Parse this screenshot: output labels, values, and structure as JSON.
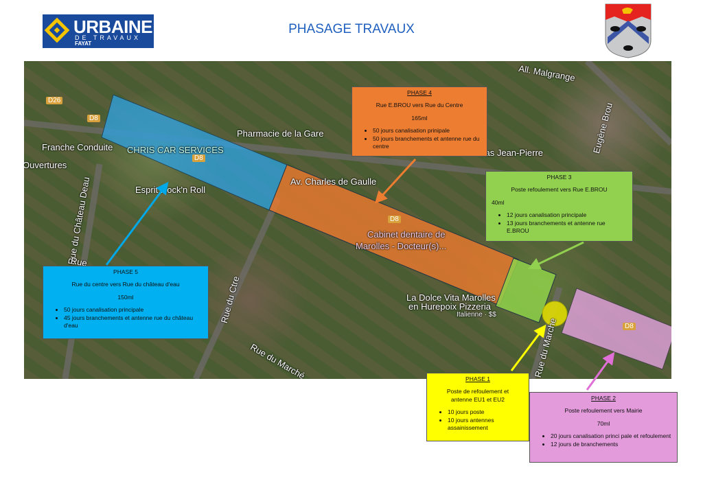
{
  "header": {
    "logo_name": "URBAINE",
    "logo_sub": "DE TRAVAUX",
    "logo_group": "FAYAT",
    "title": "PHASAGE TRAVAUX"
  },
  "map_labels": {
    "d26": "D26",
    "d8a": "D8",
    "d8b": "D8",
    "d8c": "D8",
    "d8d": "D8",
    "franche": "Franche Conduite",
    "ouvertures": "Ouvertures",
    "chris": "CHRIS CAR SERVICES",
    "esprit": "Esprit Rock'n Roll",
    "pharmacie": "Pharmacie de la Gare",
    "avenue": "Av. Charles de Gaulle",
    "cabinet1": "Cabinet dentaire de",
    "cabinet2": "Marolles - Docteur(s)...",
    "dolce1": "La Dolce Vita Marolles",
    "dolce2": "en Hurepoix Pizzeria",
    "dolce3": "Italienne · $$",
    "jeanpierre": "vas Jean-Pierre",
    "malgrange": "All. Malgrange",
    "brou": "Eugène Brou",
    "chateau": "Rue du Château Deau",
    "rue": "Rue",
    "ctre": "Rue du Ctre",
    "marche": "Rue du Marché",
    "marche2": "Rue du Marche"
  },
  "phases": {
    "p4": {
      "title": "PHASE 4",
      "route": "Rue E.BROU vers Rue du Centre",
      "length": "165ml",
      "items": [
        "50 jours canalisation prinipale",
        "50 jours branchements     et antenne rue du centre"
      ],
      "color": "#ed7d31"
    },
    "p3": {
      "title": "PHASE 3",
      "route": "Poste refoulement     vers Rue E.BROU",
      "length": "40ml",
      "items": [
        "12 jours  canalisation principale",
        "13 jours branchements     et antenne rue E.BROU"
      ],
      "color": "#92d050"
    },
    "p5": {
      "title": "PHASE 5",
      "route": "Rue du centre vers Rue du château d'eau",
      "length": "150ml",
      "items": [
        "50 jours  canalisation principale",
        "45 jours  branchements     et antenne rue du château d'eau"
      ],
      "color": "#00b0f0"
    },
    "p1": {
      "title": "PHASE 1",
      "route": "Poste de refoulement     et antenne EU1 et EU2",
      "items": [
        "10 jours poste",
        "10 jours antennes assainissement"
      ],
      "color": "#ffff00"
    },
    "p2": {
      "title": "PHASE 2",
      "route": "Poste refoulement vers Mairie",
      "length": "70ml",
      "items": [
        "20 jours  canalisation princi     pale et refoulement",
        "12 jours  de branchements"
      ],
      "color": "#e39bdc"
    }
  }
}
